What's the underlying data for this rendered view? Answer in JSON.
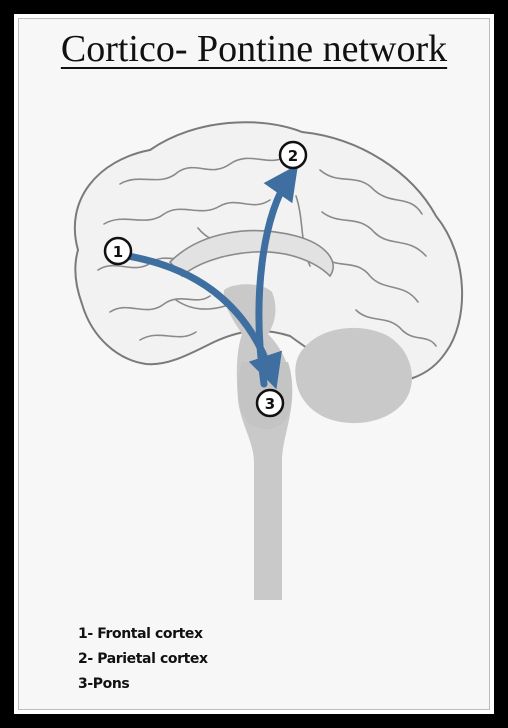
{
  "title": "Cortico- Pontine network",
  "markers": {
    "frontal": "1",
    "parietal": "2",
    "pons": "3"
  },
  "legend": [
    "1- Frontal cortex",
    "2- Parietal cortex",
    "3-Pons"
  ],
  "colors": {
    "arrow": "#3f6fa0",
    "arrow_edge": "#294f78",
    "brain_fill": "#f2f2f2",
    "brain_outline": "#7a7a7a",
    "brainstem": "#c9c9c9"
  }
}
